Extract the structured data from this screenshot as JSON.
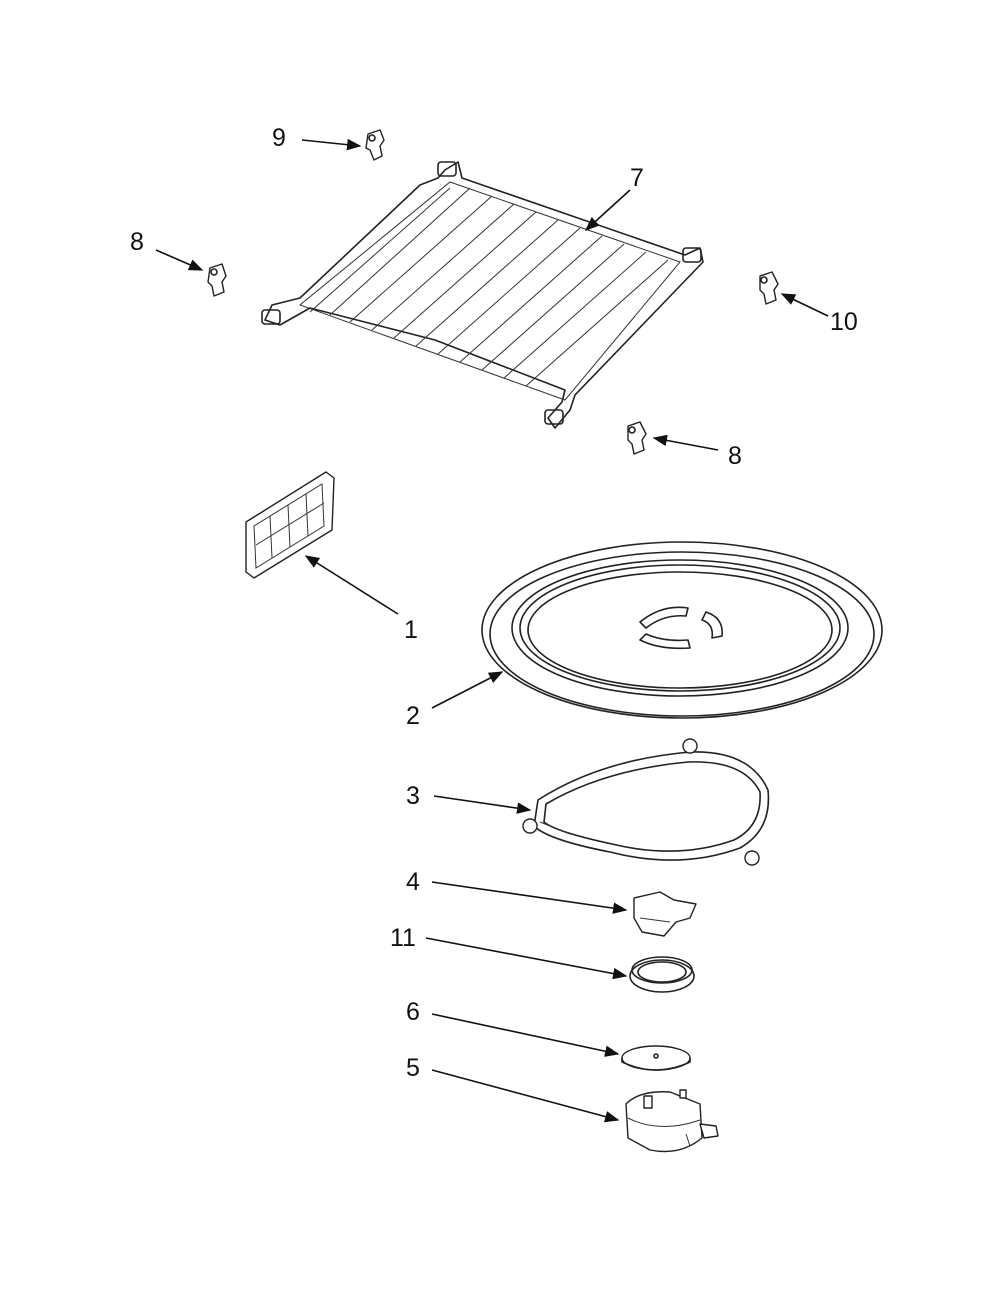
{
  "diagram": {
    "callouts": [
      {
        "id": "c9",
        "label": "9"
      },
      {
        "id": "c7",
        "label": "7"
      },
      {
        "id": "c8a",
        "label": "8"
      },
      {
        "id": "c10",
        "label": "10"
      },
      {
        "id": "c8b",
        "label": "8"
      },
      {
        "id": "c1",
        "label": "1"
      },
      {
        "id": "c2",
        "label": "2"
      },
      {
        "id": "c3",
        "label": "3"
      },
      {
        "id": "c4",
        "label": "4"
      },
      {
        "id": "c11",
        "label": "11"
      },
      {
        "id": "c6",
        "label": "6"
      },
      {
        "id": "c5",
        "label": "5"
      }
    ],
    "line_color": "#111111",
    "background": "#ffffff"
  }
}
